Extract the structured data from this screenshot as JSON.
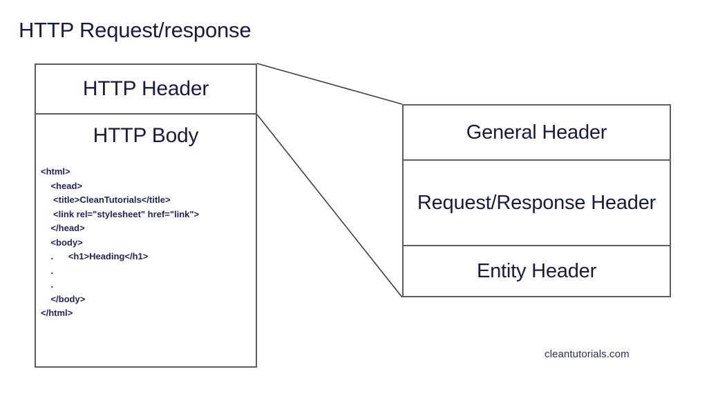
{
  "page": {
    "title": "HTTP Request/response",
    "background_color": "#ffffff",
    "text_color": "#191942",
    "border_color": "#5c5c5c",
    "watermark": "cleantutorials.com"
  },
  "message_box": {
    "header_label": "HTTP Header",
    "body_label": "HTTP Body",
    "code": {
      "lines": [
        "<html>",
        "    <head>",
        "     <title>CleanTutorials</title>",
        "     <link rel=\"stylesheet\" href=\"link\">",
        "    </head>",
        "    <body>",
        "    .      <h1>Heading</h1>",
        "    .",
        "    .",
        "    </body>",
        "</html>"
      ]
    }
  },
  "header_detail_box": {
    "rows": [
      {
        "label": "General Header"
      },
      {
        "label": "Request/Response Header"
      },
      {
        "label": "Entity Header"
      }
    ]
  },
  "connectors": {
    "line_top": "from message-box top-right corner to header-detail-box top-left corner",
    "line_bottom": "from message-box header divider right end to header-detail-box bottom-left corner"
  }
}
